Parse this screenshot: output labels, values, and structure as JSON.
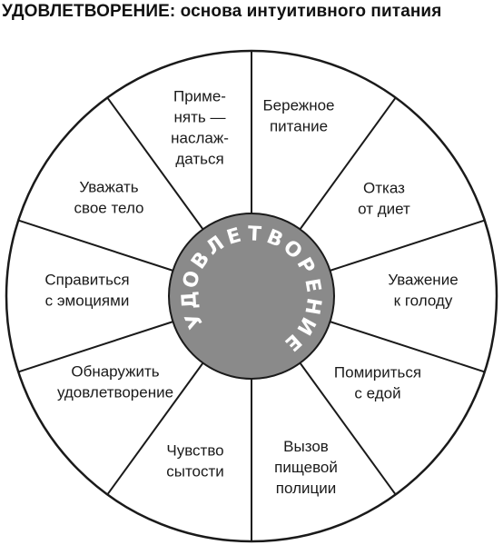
{
  "title": {
    "main": "УДОВЛЕТВОРЕНИЕ:",
    "subtitle": "основа интуитивного питания"
  },
  "hub": {
    "text": "УДОВЛЕТВОРЕНИЕ",
    "fill": "#8a8a8a",
    "text_color": "#ffffff"
  },
  "segments": [
    {
      "id": "gentle-nutrition",
      "lines": [
        "Бережное",
        "питание"
      ]
    },
    {
      "id": "reject-diets",
      "lines": [
        "Отказ",
        "от диет"
      ]
    },
    {
      "id": "honor-hunger",
      "lines": [
        "Уважение",
        "к голоду"
      ]
    },
    {
      "id": "make-peace-with-food",
      "lines": [
        "Помириться",
        "с едой"
      ]
    },
    {
      "id": "challenge-food-police",
      "lines": [
        "Вызов",
        "пищевой",
        "полиции"
      ]
    },
    {
      "id": "feel-fullness",
      "lines": [
        "Чувство",
        "сытости"
      ]
    },
    {
      "id": "discover-satisfaction",
      "lines": [
        "Обнаружить",
        "удовлетворение"
      ]
    },
    {
      "id": "cope-with-emotions",
      "lines": [
        "Справиться",
        "с эмоциями"
      ]
    },
    {
      "id": "respect-body",
      "lines": [
        "Уважать",
        "свое тело"
      ]
    },
    {
      "id": "movement-enjoy",
      "lines": [
        "Приме-",
        "нять —",
        "наслаж-",
        "даться"
      ]
    }
  ],
  "colors": {
    "line": "#1a1a1a",
    "background": "#ffffff"
  }
}
